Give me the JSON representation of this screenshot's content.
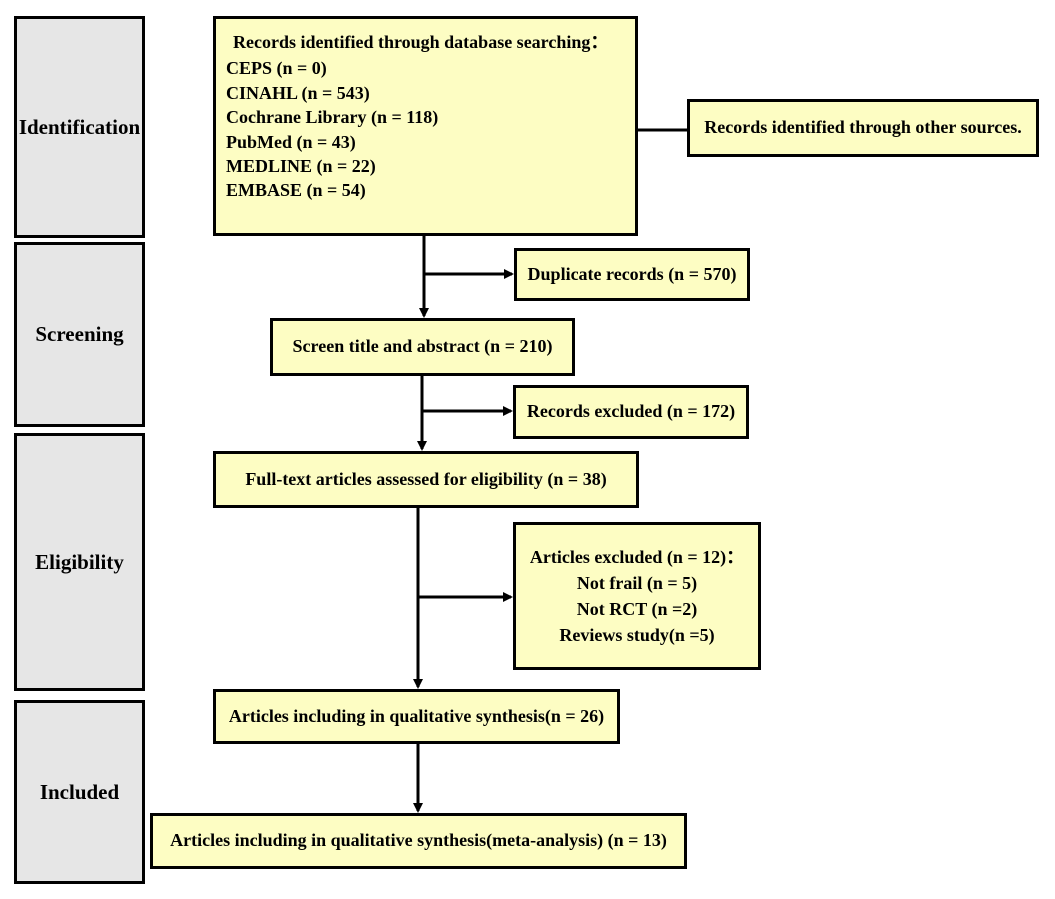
{
  "stages": {
    "identification": "Identification",
    "screening": "Screening",
    "eligibility": "Eligibility",
    "included": "Included"
  },
  "database_search": {
    "heading": "Records identified through database searching：",
    "items": [
      "CEPS (n =  0)",
      "CINAHL (n = 543)",
      "Cochrane Library (n = 118)",
      "PubMed (n = 43)",
      "MEDLINE (n = 22)",
      "EMBASE (n = 54)"
    ]
  },
  "other_sources": "Records identified through other sources.",
  "duplicates": "Duplicate records (n = 570)",
  "screen": "Screen title and abstract (n = 210)",
  "records_excluded": "Records excluded (n = 172)",
  "full_text": "Full-text articles assessed for eligibility (n = 38)",
  "articles_excluded": {
    "heading": "Articles excluded (n = 12)：",
    "items": [
      "Not frail (n = 5)",
      "Not RCT (n =2)",
      "Reviews study(n =5)"
    ]
  },
  "qualitative": "Articles including in qualitative synthesis(n = 26)",
  "meta_analysis": "Articles including in qualitative synthesis(meta-analysis) (n = 13)",
  "colors": {
    "box_fill": "#fdfdc3",
    "stage_fill": "#e6e6e6",
    "line": "#000000"
  }
}
